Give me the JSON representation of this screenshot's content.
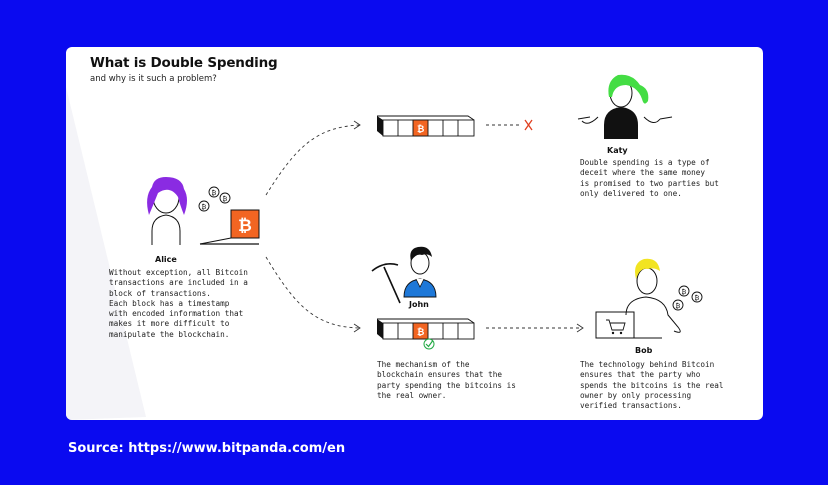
{
  "header": {
    "title": "What is Double Spending",
    "subtitle": "and why is it such a problem?"
  },
  "people": {
    "alice": {
      "name": "Alice",
      "description": [
        "Without exception, all Bitcoin",
        "transactions are included in a",
        "block of transactions.",
        "Each block has a timestamp",
        "with encoded information that",
        "makes it more difficult to",
        "manipulate the blockchain."
      ]
    },
    "katy": {
      "name": "Katy",
      "description": [
        "Double spending is a type of",
        "deceit where the same money",
        "is promised to two parties but",
        "only delivered to one."
      ]
    },
    "john": {
      "name": "John",
      "description": [
        "The mechanism of the",
        "blockchain ensures that the",
        "party spending the bitcoins is",
        "the real owner."
      ]
    },
    "bob": {
      "name": "Bob",
      "description": [
        "The technology behind Bitcoin",
        "ensures that the party who",
        "spends the bitcoins is the real",
        "owner by only processing",
        "verified transactions."
      ]
    }
  },
  "colors": {
    "background": "#0a0af0",
    "card": "#ffffff",
    "bitcoin_orange": "#f26522",
    "alice_hair": "#8a2be2",
    "katy_hair": "#44dd44",
    "john_shirt": "#1e78d8",
    "bob_hair": "#f2e422",
    "check": "#22aa44",
    "reject": "#e04020"
  },
  "icons": [
    "bitcoin-icon",
    "laptop-icon",
    "pickaxe-icon",
    "cart-icon",
    "check-icon",
    "cross-icon"
  ],
  "footer": {
    "source": "Source: https://www.bitpanda.com/en"
  }
}
